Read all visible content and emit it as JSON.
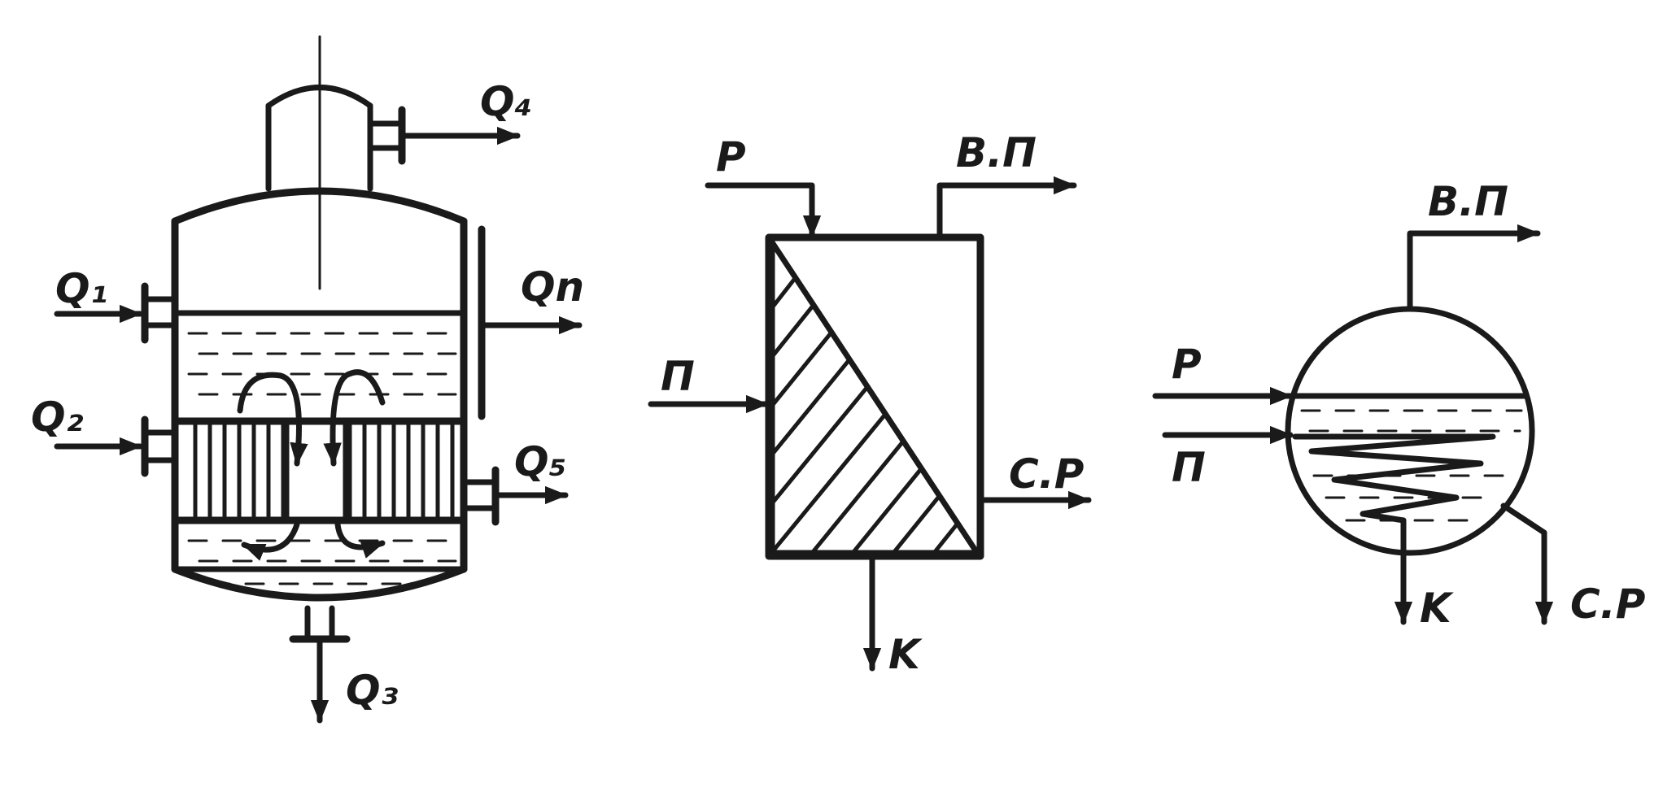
{
  "diagram": {
    "vessel": {
      "labels": {
        "q4": "Q₄",
        "q1": "Q₁",
        "qn": "Qn",
        "q2": "Q₂",
        "q5": "Q₅",
        "q3": "Q₃"
      }
    },
    "block": {
      "labels": {
        "p_top": "P",
        "vp": "B.П",
        "p_left": "П",
        "sr": "C.P",
        "k": "K"
      }
    },
    "sphere": {
      "labels": {
        "vp": "B.П",
        "p": "P",
        "p_lower": "П",
        "k": "K",
        "sr": "C.P"
      }
    }
  }
}
